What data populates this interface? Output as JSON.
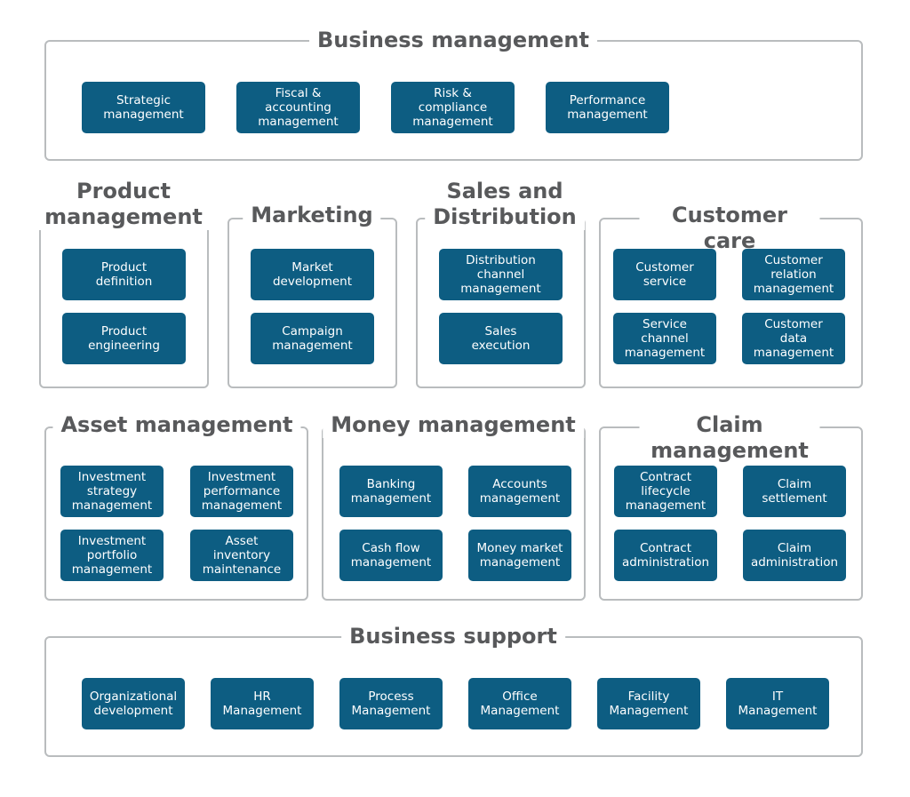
{
  "groups": {
    "business_management": {
      "title": "Business management",
      "items": [
        "Strategic\nmanagement",
        "Fiscal &\naccounting\nmanagement",
        "Risk &\ncompliance\nmanagement",
        "Performance\nmanagement"
      ]
    },
    "product_management": {
      "title": "Product\nmanagement",
      "items": [
        "Product\ndefinition",
        "Product\nengineering"
      ]
    },
    "marketing": {
      "title": "Marketing",
      "items": [
        "Market\ndevelopment",
        "Campaign\nmanagement"
      ]
    },
    "sales_distribution": {
      "title": "Sales and\nDistribution",
      "items": [
        "Distribution\nchannel\nmanagement",
        "Sales\nexecution"
      ]
    },
    "customer_care": {
      "title": "Customer care",
      "items": [
        "Customer\nservice",
        "Customer\nrelation\nmanagement",
        "Service\nchannel\nmanagement",
        "Customer\ndata\nmanagement"
      ]
    },
    "asset_management": {
      "title": "Asset management",
      "items": [
        "Investment\nstrategy\nmanagement",
        "Investment\nperformance\nmanagement",
        "Investment\nportfolio\nmanagement",
        "Asset\ninventory\nmaintenance"
      ]
    },
    "money_management": {
      "title": "Money management",
      "items": [
        "Banking\nmanagement",
        "Accounts\nmanagement",
        "Cash flow\nmanagement",
        "Money market\nmanagement"
      ]
    },
    "claim_management": {
      "title": "Claim management",
      "items": [
        "Contract\nlifecycle\nmanagement",
        "Claim\nsettlement",
        "Contract\nadministration",
        "Claim\nadministration"
      ]
    },
    "business_support": {
      "title": "Business support",
      "items": [
        "Organizational\ndevelopment",
        "HR\nManagement",
        "Process\nManagement",
        "Office\nManagement",
        "Facility\nManagement",
        "IT\nManagement"
      ]
    }
  }
}
